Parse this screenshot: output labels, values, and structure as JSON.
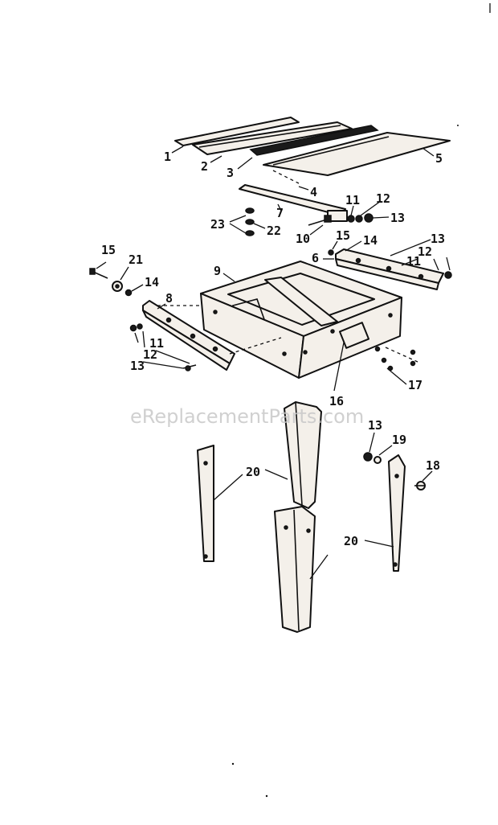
{
  "watermark": "eReplacementParts.com",
  "callouts": {
    "c1": "1",
    "c2": "2",
    "c3": "3",
    "c4": "4",
    "c5": "5",
    "c6": "6",
    "c7": "7",
    "c8": "8",
    "c9": "9",
    "c10": "10",
    "c11_top": "11",
    "c12_top": "12",
    "c13_top": "13",
    "c15_top": "15",
    "c14_top": "14",
    "c13_right": "13",
    "c11_right": "11",
    "c12_right": "12",
    "c23": "23",
    "c22": "22",
    "c15_left": "15",
    "c21": "21",
    "c14_left": "14",
    "c11_left": "11",
    "c12_left": "12",
    "c13_left": "13",
    "c16": "16",
    "c17": "17",
    "c13_leg": "13",
    "c19": "19",
    "c18": "18",
    "c20_left": "20",
    "c20_right": "20"
  }
}
